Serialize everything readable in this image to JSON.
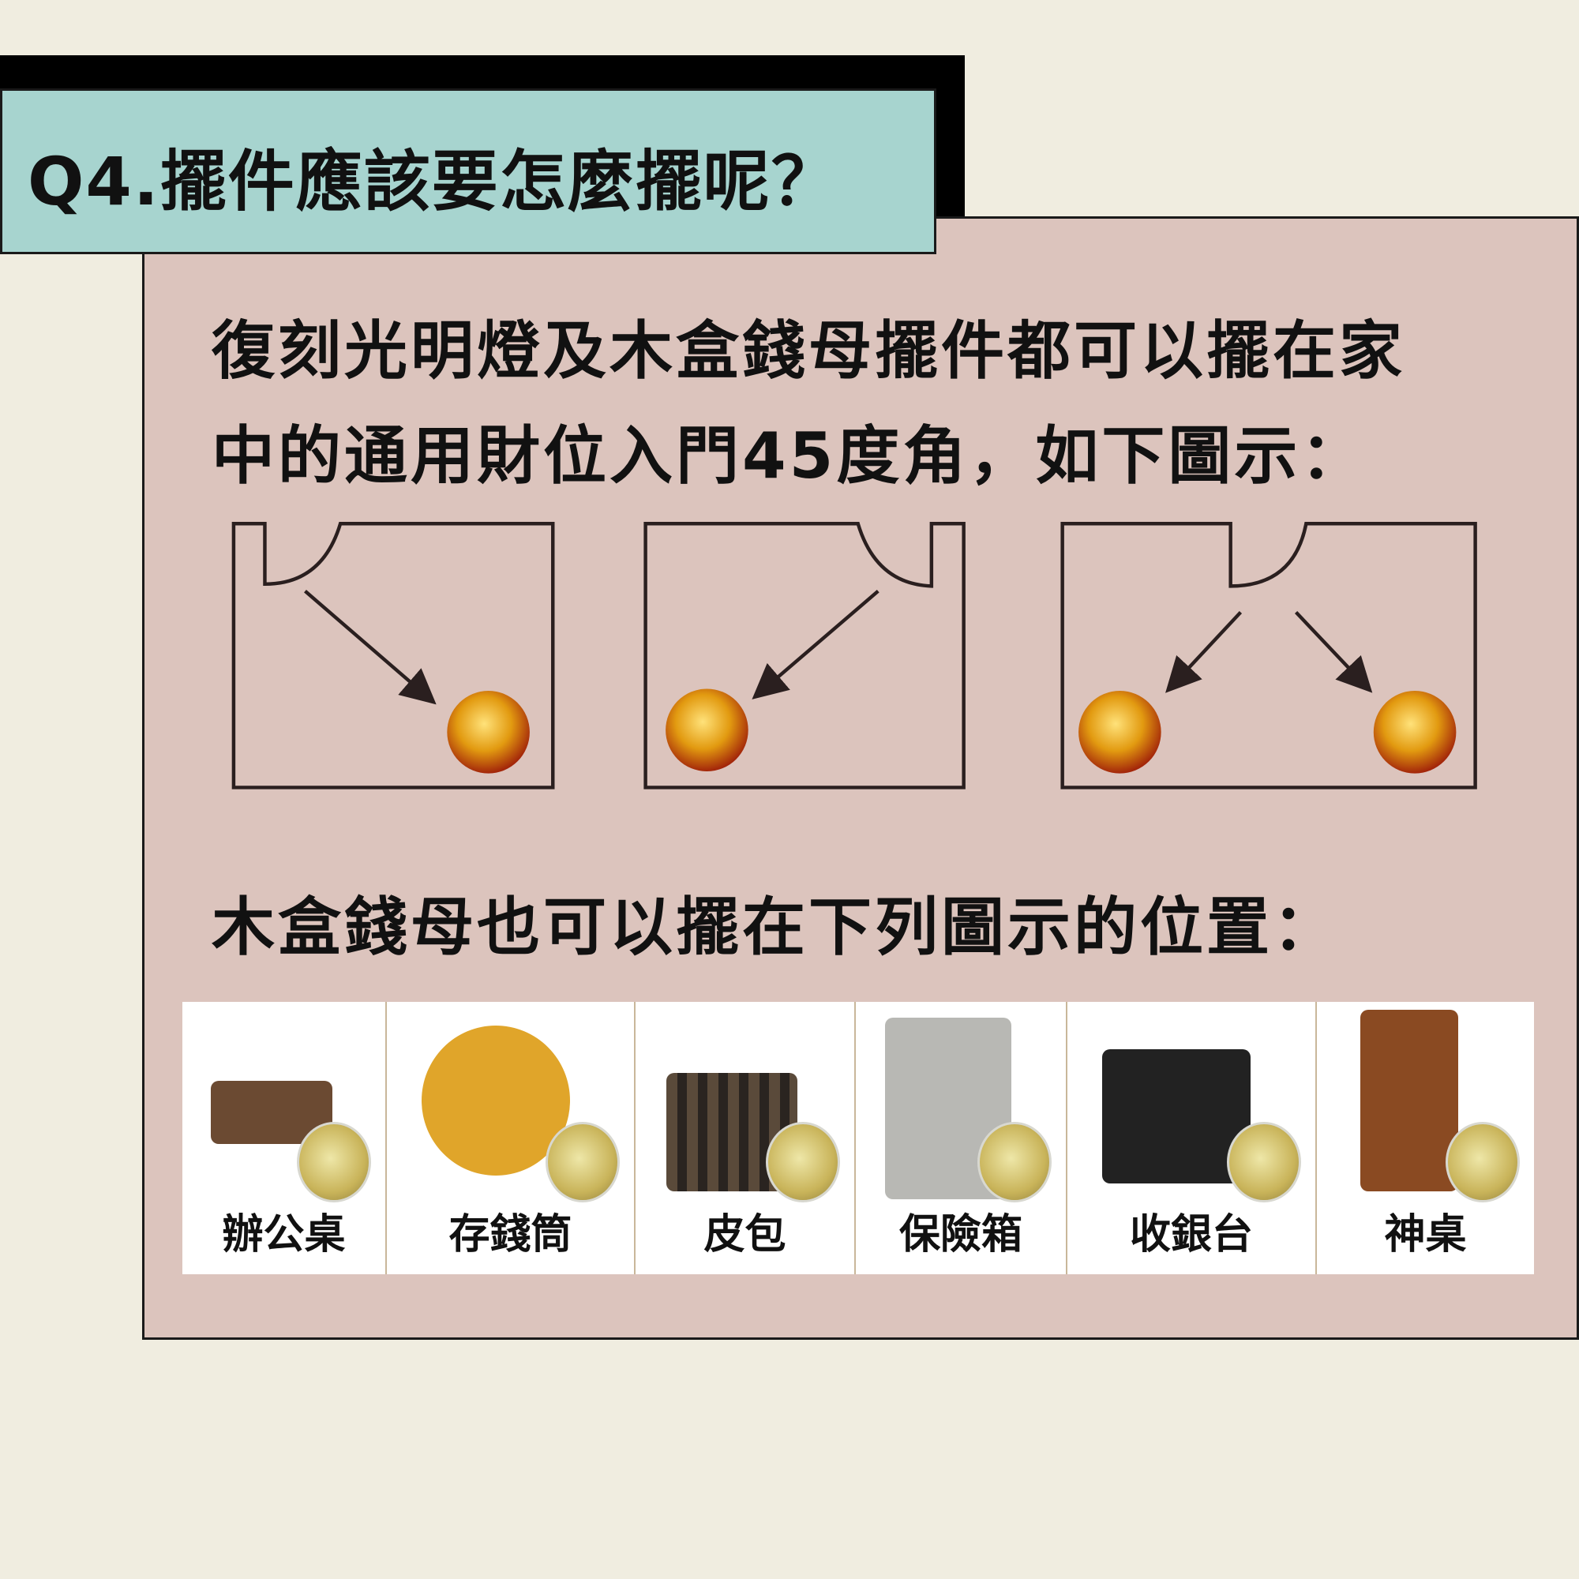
{
  "title": "Q4.擺件應該要怎麼擺呢？",
  "paragraph1_line1": "復刻光明燈及木盒錢母擺件都可以擺在家",
  "paragraph1_line2": "中的通用財位入門45度角，如下圖示：",
  "paragraph2": "木盒錢母也可以擺在下列圖示的位置：",
  "locations": [
    {
      "label": "辦公桌",
      "color": "#6b4a32"
    },
    {
      "label": "存錢筒",
      "color": "#e0a52a"
    },
    {
      "label": "皮包",
      "color": "#5a4a3a"
    },
    {
      "label": "保險箱",
      "color": "#b8b8b4"
    },
    {
      "label": "收銀台",
      "color": "#222222"
    },
    {
      "label": "神桌",
      "color": "#8a4a22"
    }
  ],
  "colors": {
    "background": "#f0ede0",
    "panel": "#dcc4bd",
    "title_box": "#a7d4cf"
  }
}
